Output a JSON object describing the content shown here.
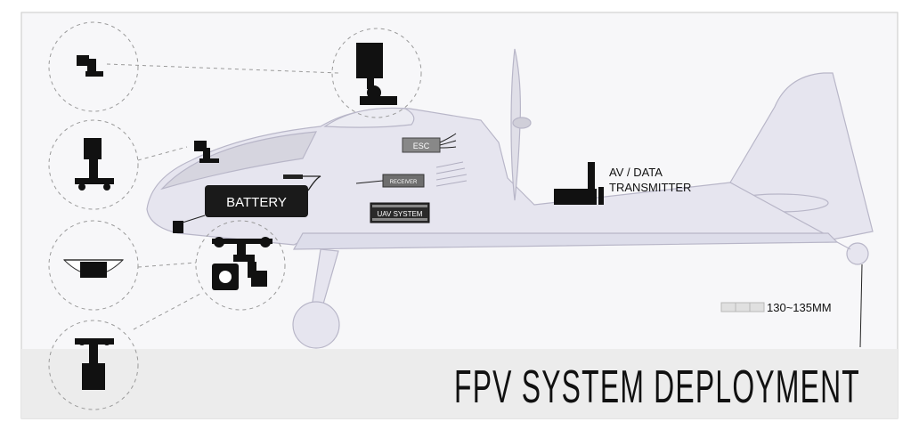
{
  "title": "FPV SYSTEM DEPLOYMENT",
  "labels": {
    "battery": "BATTERY",
    "esc": "ESC",
    "receiver": "RECEIVER",
    "uav_system": "UAV SYSTEM",
    "transmitter_line1": "AV / DATA",
    "transmitter_line2": "TRANSMITTER",
    "dimension": "130~135MM"
  },
  "colors": {
    "fuselage": "#e6e5ef",
    "background_panel": "#f4f4f6",
    "title_band": "#ececec",
    "component": "#111111",
    "dashed_line": "#9a9a9a"
  }
}
